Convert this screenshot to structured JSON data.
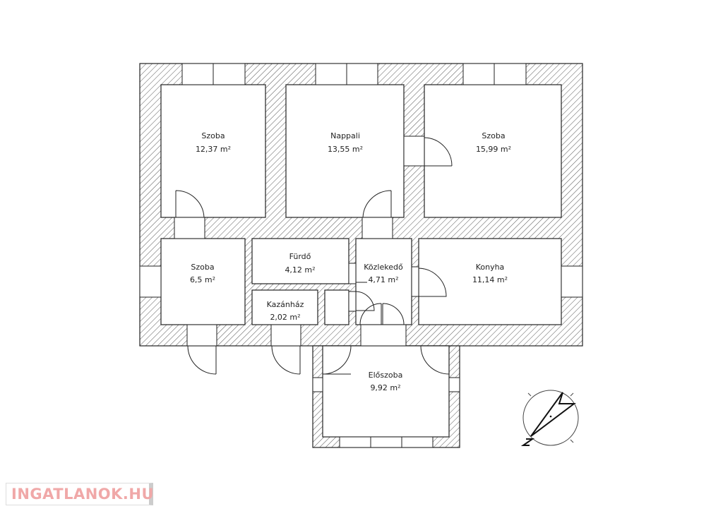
{
  "rooms": [
    {
      "name": "Szoba",
      "area": "12,37 m²"
    },
    {
      "name": "Nappali",
      "area": "13,55 m²"
    },
    {
      "name": "Szoba",
      "area": "15,99 m²"
    },
    {
      "name": "Szoba",
      "area": "6,5 m²"
    },
    {
      "name": "Fürdő",
      "area": "4,12 m²"
    },
    {
      "name": "Kazánház",
      "area": "2,02 m²"
    },
    {
      "name": "Közlekedő",
      "area": "4,71 m²"
    },
    {
      "name": "Konyha",
      "area": "11,14 m²"
    },
    {
      "name": "Előszoba",
      "area": "9,92 m²"
    }
  ],
  "compass": {
    "label": "N"
  },
  "logo": {
    "text": "INGATLANOK.HU",
    "color": "#f0a8a8"
  }
}
